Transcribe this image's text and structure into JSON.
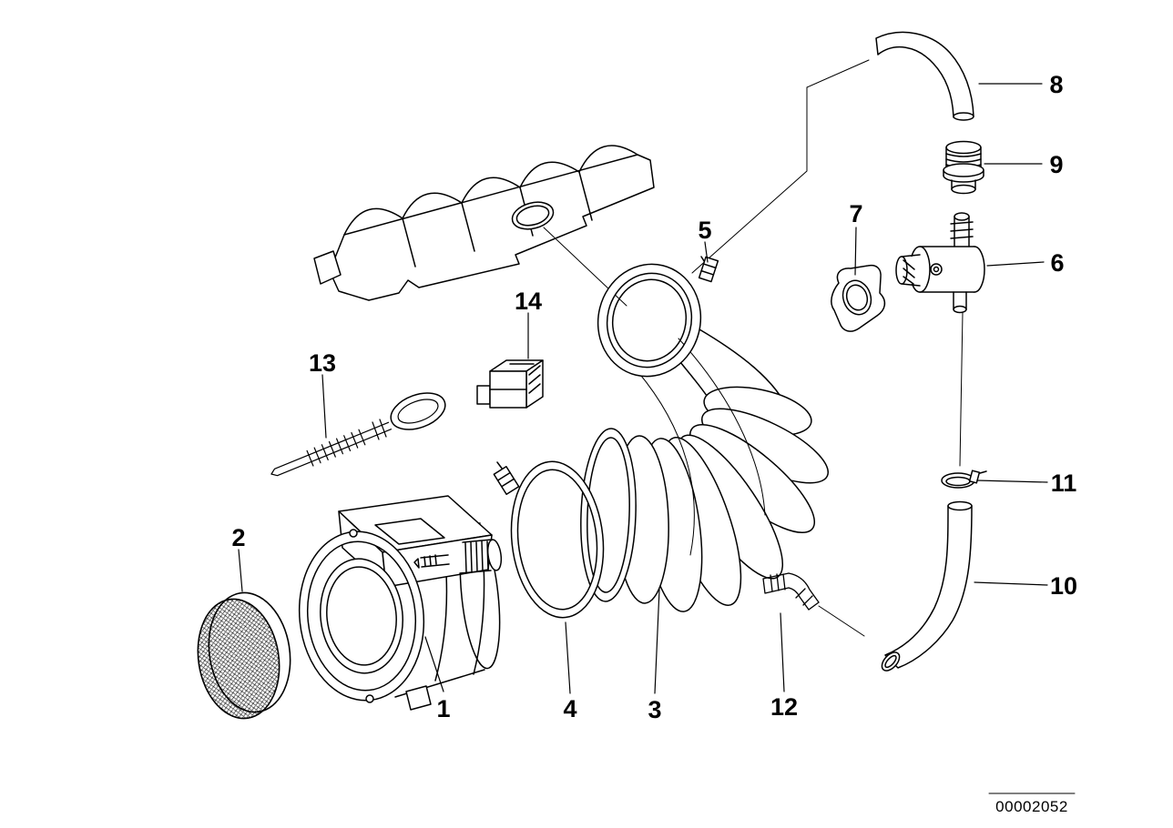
{
  "diagram": {
    "id": "00002052",
    "background": "#ffffff",
    "line_color": "#000000",
    "callouts": [
      {
        "label": "1"
      },
      {
        "label": "2"
      },
      {
        "label": "3"
      },
      {
        "label": "4"
      },
      {
        "label": "5"
      },
      {
        "label": "6"
      },
      {
        "label": "7"
      },
      {
        "label": "8"
      },
      {
        "label": "9"
      },
      {
        "label": "10"
      },
      {
        "label": "11"
      },
      {
        "label": "12"
      },
      {
        "label": "13"
      },
      {
        "label": "14"
      }
    ]
  }
}
